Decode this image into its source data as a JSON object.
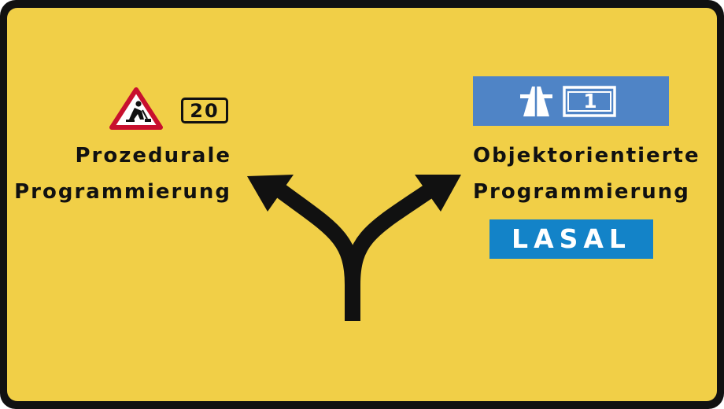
{
  "sign": {
    "background_color": "#f1cf47",
    "border_color": "#111111",
    "left": {
      "warning_icon": "road-works-warning-icon",
      "speed_limit": "20",
      "lines": [
        "Prozedurale",
        "Programmierung"
      ]
    },
    "right": {
      "motorway_icon": "motorway-icon",
      "route_number": "1",
      "lines": [
        "Objektorientierte",
        "Programmierung"
      ],
      "logo_text": "LASAL",
      "panel_color": "#4f84c6",
      "logo_color": "#1383c8"
    },
    "arrow_icon": "fork-arrow-icon"
  }
}
